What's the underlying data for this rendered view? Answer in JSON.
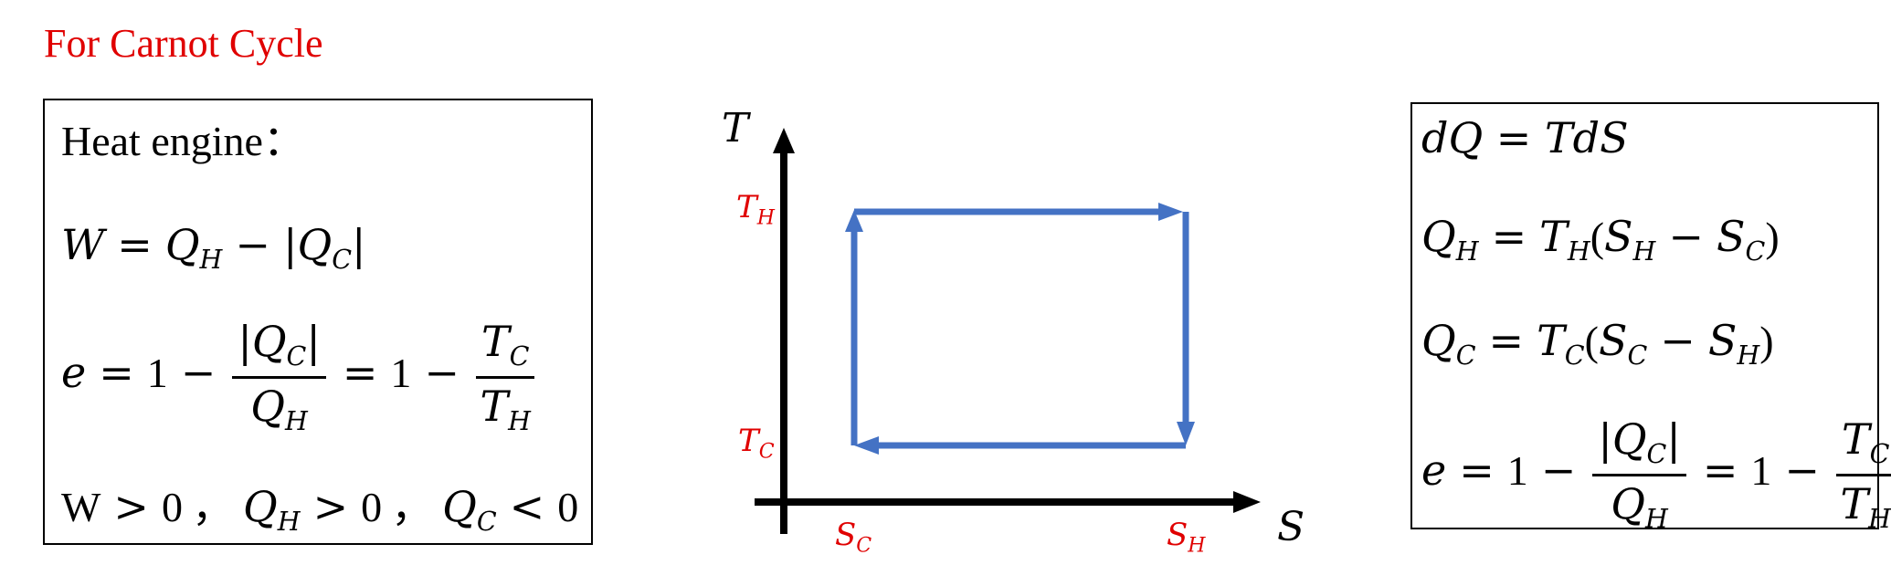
{
  "title": "For Carnot Cycle",
  "left_box": {
    "heading": "Heat engine：",
    "eq1": {
      "W": "W",
      "eq": "=",
      "QH": "Q",
      "H": "H",
      "minus": "−",
      "abs": "|Q",
      "C": "C",
      "abs_end": "|"
    },
    "eq2": {
      "e": "e",
      "eq": "=",
      "one": "1",
      "minus": "−",
      "num": "|Q",
      "numC": "C",
      "numEnd": "|",
      "den": "Q",
      "denH": "H",
      "eq2": "=",
      "one2": "1",
      "minus2": "−",
      "tnum": "T",
      "tnumC": "C",
      "tden": "T",
      "tdenH": "H"
    },
    "eq3": {
      "W": "W",
      "gt": ">",
      "zero": "0",
      "sep": "，",
      "QH": "Q",
      "H": "H",
      "gt2": ">",
      "zero2": "0",
      "sep2": "，",
      "QC": "Q",
      "C": "C",
      "lt": "<",
      "zero3": "0"
    }
  },
  "diagram": {
    "y_axis_label": "T",
    "x_axis_label": "S",
    "TH": {
      "main": "T",
      "sub": "H"
    },
    "TC": {
      "main": "T",
      "sub": "C"
    },
    "SC": {
      "main": "S",
      "sub": "C"
    },
    "SH": {
      "main": "S",
      "sub": "H"
    },
    "cycle_color": "#4472c4",
    "label_color": "#e00000"
  },
  "right_box": {
    "r1": "dQ = TdS",
    "r2": {
      "Q": "Q",
      "H": "H",
      "eq": "=",
      "T": "T",
      "TH": "H",
      "open": "(",
      "S1": "S",
      "S1s": "H",
      "minus": "−",
      "S2": "S",
      "S2s": "C",
      "close": ")"
    },
    "r3": {
      "Q": "Q",
      "C": "C",
      "eq": "=",
      "T": "T",
      "TC": "C",
      "open": "(",
      "S1": "S",
      "S1s": "C",
      "minus": "−",
      "S2": "S",
      "S2s": "H",
      "close": ")"
    },
    "r4": {
      "e": "e",
      "eq": "=",
      "one": "1",
      "minus": "−",
      "num": "|Q",
      "numC": "C",
      "numEnd": "|",
      "den": "Q",
      "denH": "H",
      "eq2": "=",
      "one2": "1",
      "minus2": "−",
      "tnum": "T",
      "tnumC": "C",
      "tden": "T",
      "tdenH": "H"
    }
  }
}
